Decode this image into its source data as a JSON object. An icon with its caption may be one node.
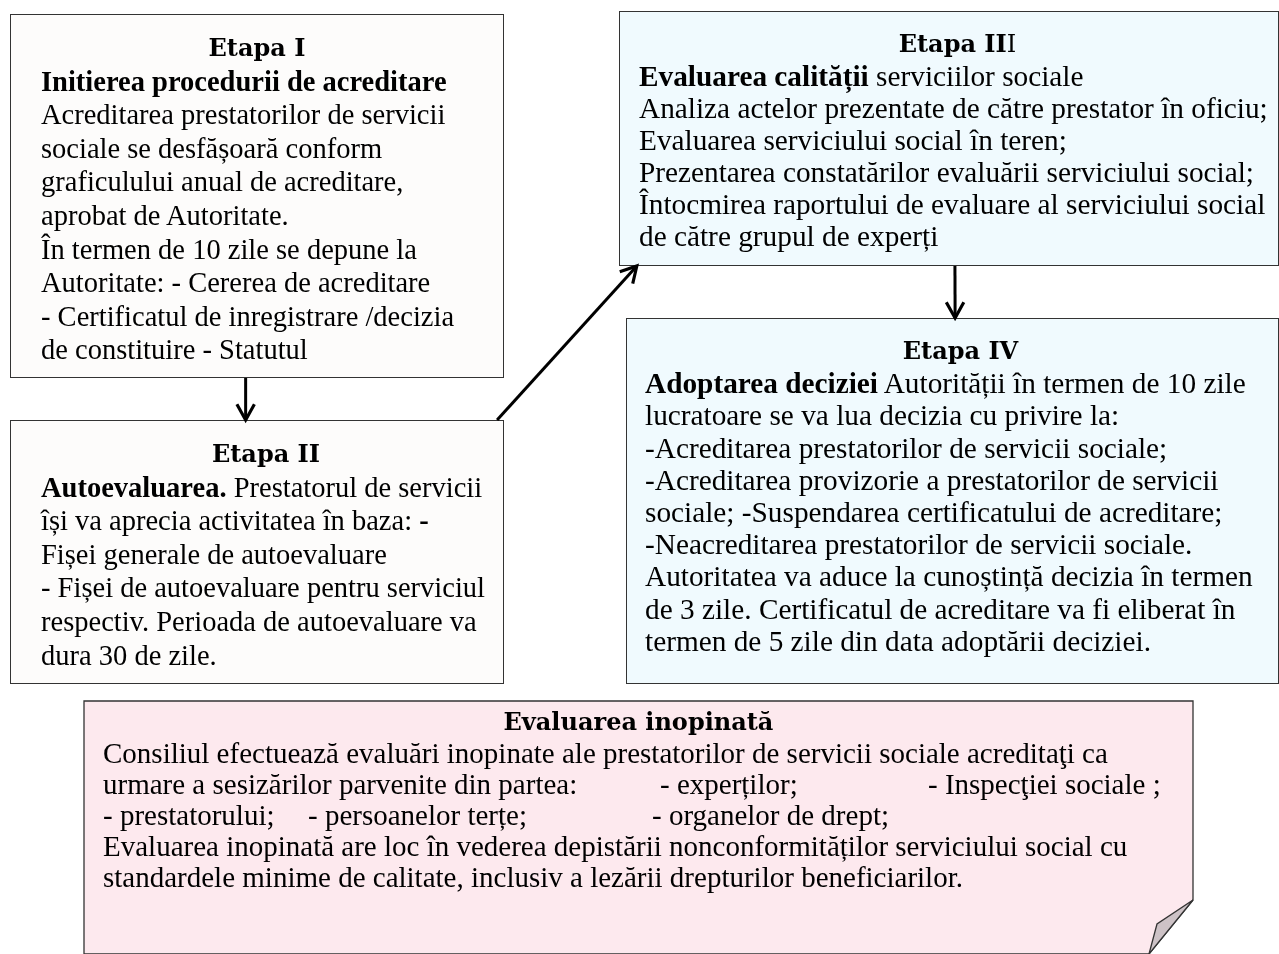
{
  "diagram": {
    "nodes": [
      {
        "text": [
          "Etapa I",
          "Initierea procedurii de acreditare",
          "Acreditarea prestatorilor de servicii sociale se desfășoară conform graficulului anual de acreditare, aprobat de Autoritate.",
          "În termen de 10 zile se depune la Autoritate: - Cererea de acreditare",
          "- Certificatul de inregistrare /decizia de constituire - Statutul"
        ]
      },
      {
        "text": [
          "Etapa II",
          "**Autoevaluarea.** Prestatorul de servicii își va aprecia activitatea în baza: **-** Fișei generale de autoevaluare",
          "- Fișei de autoevaluare pentru serviciul respectiv. Perioada de autoevaluare va dura 30 de zile."
        ]
      },
      {
        "text": [
          "**Etapa II**I",
          "**Evaluarea calității** serviciilor sociale",
          "Analiza actelor prezentate de către prestator în oficiu;",
          "Evaluarea serviciului social în teren;",
          "Prezentarea constatărilor evaluării serviciului social;",
          "Întocmirea raportului de evaluare al serviciului social de către grupul de experți"
        ]
      },
      {
        "text": [
          "Etapa IV",
          "**Adoptarea deciziei** Autorității în termen de 10 zile lucratoare se va lua decizia cu privire la:",
          "-Acreditarea prestatorilor de servicii sociale;",
          "-Acreditarea provizorie a prestatorilor de servicii sociale; -Suspendarea certificatului de acreditare;",
          "-Neacreditarea prestatorilor de servicii sociale.",
          "Autoritatea va aduce la cunoștință decizia în termen de 3 zile. Certificatul de acreditare va fi eliberat în termen de 5 zile din data adoptării deciziei."
        ]
      },
      {
        "text": [
          "Evaluarea inopinată",
          "Consiliul efectuează evaluări inopinate ale prestatorilor de servicii sociale acreditaţi ca urmare a sesizărilor parvenite din partea:",
          "- experților;",
          "- Inspecţiei sociale ;",
          "- prestatorului;",
          "- persoanelor terțe;",
          "- organelor de drept;",
          "Evaluarea inopinată are loc în vederea depistării nonconformităților serviciului social cu standardele minime de calitate, inclusiv a lezării drepturilor beneficiarilor."
        ]
      }
    ],
    "edges": [
      {
        "from": 0,
        "to": 1,
        "arrow": "to"
      },
      {
        "from": 1,
        "to": 2,
        "arrow": "to"
      },
      {
        "from": 2,
        "to": 3,
        "arrow": "to"
      }
    ]
  }
}
